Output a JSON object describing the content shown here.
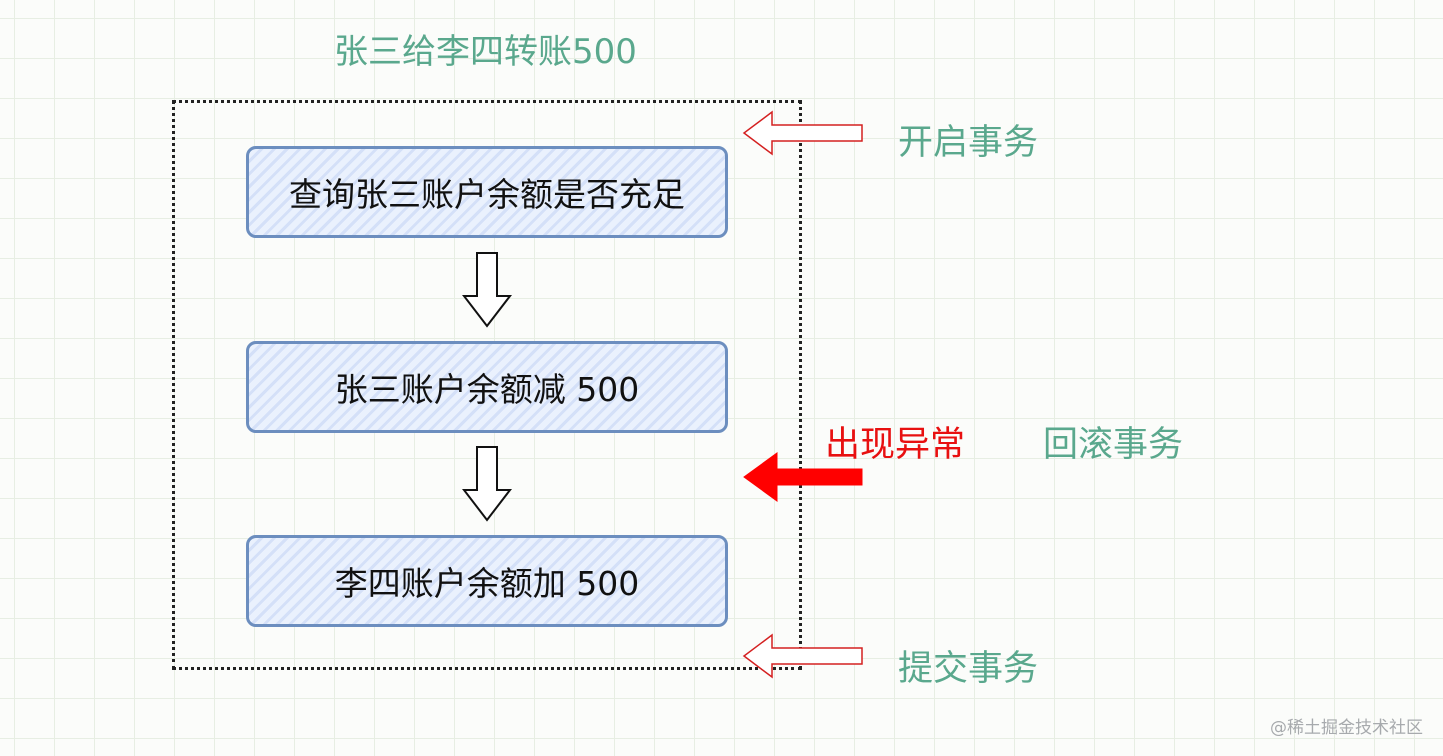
{
  "title": "张三给李四转账500",
  "steps": [
    "查询张三账户余额是否充足",
    "张三账户余额减 500",
    "李四账户余额加 500"
  ],
  "annotations": {
    "begin": "开启事务",
    "exception": "出现异常",
    "rollback": "回滚事务",
    "commit": "提交事务"
  },
  "colors": {
    "label_green": "#5aa88d",
    "exception_red": "#e81010",
    "box_border": "#6c8ebf",
    "box_fill": "#eaf1fd"
  },
  "watermark": "@稀土掘金技术社区"
}
